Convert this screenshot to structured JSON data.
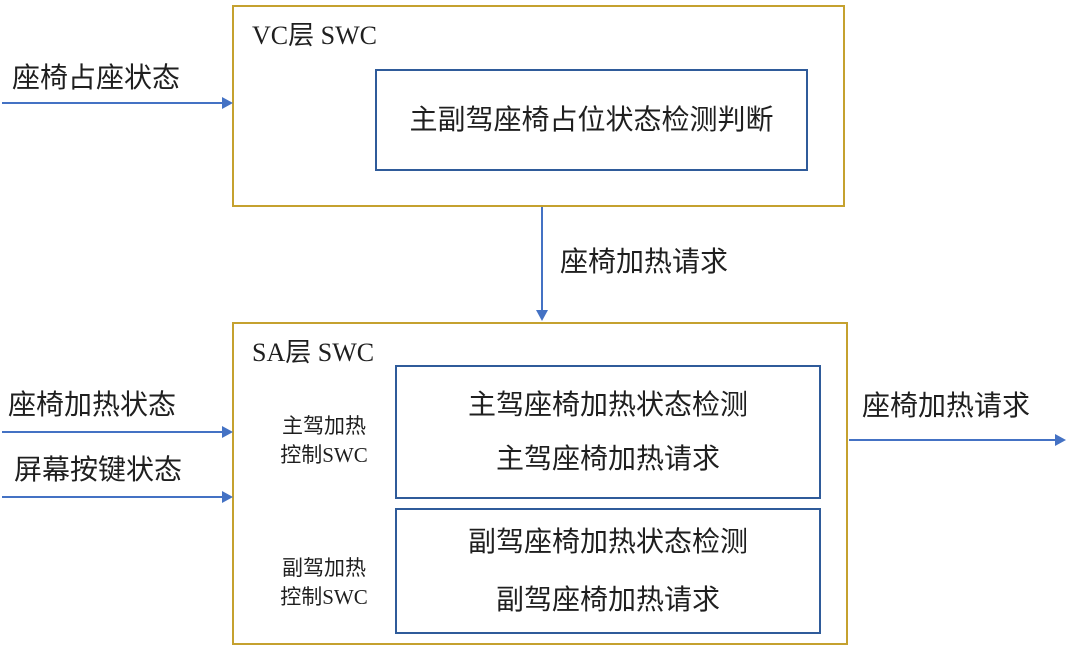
{
  "diagram": {
    "colors": {
      "outer_box_border": "#c5a12f",
      "inner_box_border": "#2f5b9a",
      "arrow": "#4472c4",
      "text": "#1f1f1f",
      "background": "#ffffff"
    },
    "vc_layer": {
      "title": "VC层 SWC",
      "block_label": "主副驾座椅占位状态检测判断"
    },
    "sa_layer": {
      "title": "SA层 SWC",
      "sub_swcs": [
        {
          "side_label_line1": "主驾加热",
          "side_label_line2": "控制SWC",
          "block_line1": "主驾座椅加热状态检测",
          "block_line2": "主驾座椅加热请求"
        },
        {
          "side_label_line1": "副驾加热",
          "side_label_line2": "控制SWC",
          "block_line1": "副驾座椅加热状态检测",
          "block_line2": "副驾座椅加热请求"
        }
      ]
    },
    "flows": {
      "seat_occupancy_in": "座椅占座状态",
      "heat_request_mid": "座椅加热请求",
      "seat_heat_status_in": "座椅加热状态",
      "screen_button_status_in": "屏幕按键状态",
      "heat_request_out": "座椅加热请求"
    }
  }
}
